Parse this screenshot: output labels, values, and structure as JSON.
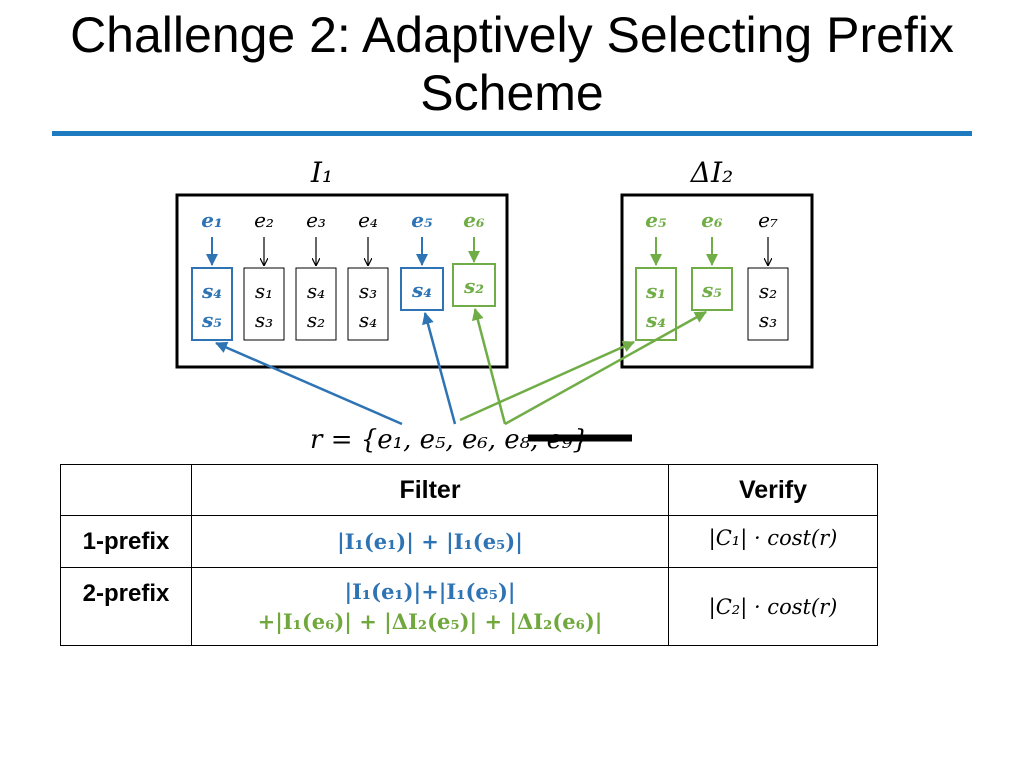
{
  "title": "Challenge 2: Adaptively Selecting Prefix Scheme",
  "colors": {
    "blue": "#2e74b5",
    "green": "#70ad47",
    "rule": "#1f7bbf"
  },
  "diagram": {
    "left_box": {
      "label": "I₁"
    },
    "right_box": {
      "label": "ΔI₂"
    },
    "left_elements": [
      "e₁",
      "e₂",
      "e₃",
      "e₄",
      "e₅",
      "e₆"
    ],
    "left_lists": [
      [
        "s₄",
        "s₅"
      ],
      [
        "s₁",
        "s₃"
      ],
      [
        "s₄",
        "s₂"
      ],
      [
        "s₃",
        "s₄"
      ],
      [
        "s₄"
      ],
      [
        "s₂"
      ]
    ],
    "right_elements": [
      "e₅",
      "e₆",
      "e₇"
    ],
    "right_lists": [
      [
        "s₁",
        "s₄"
      ],
      [
        "s₅"
      ],
      [
        "s₂",
        "s₃"
      ]
    ],
    "record": "r = {e₁, e₅, e₆, e₈, e₉}"
  },
  "table": {
    "headers": [
      "",
      "Filter",
      "Verify"
    ],
    "rows": [
      {
        "label": "1-prefix",
        "filter": [
          "|I₁(e₁)| + |I₁(e₅)|"
        ],
        "verify": "|C₁| · cost(r)"
      },
      {
        "label": "2-prefix",
        "filter": [
          "|I₁(e₁)|+|I₁(e₅)|",
          "+|I₁(e₆)| + |ΔI₂(e₅)| + |ΔI₂(e₆)|"
        ],
        "verify": "|C₂| · cost(r)"
      }
    ]
  }
}
